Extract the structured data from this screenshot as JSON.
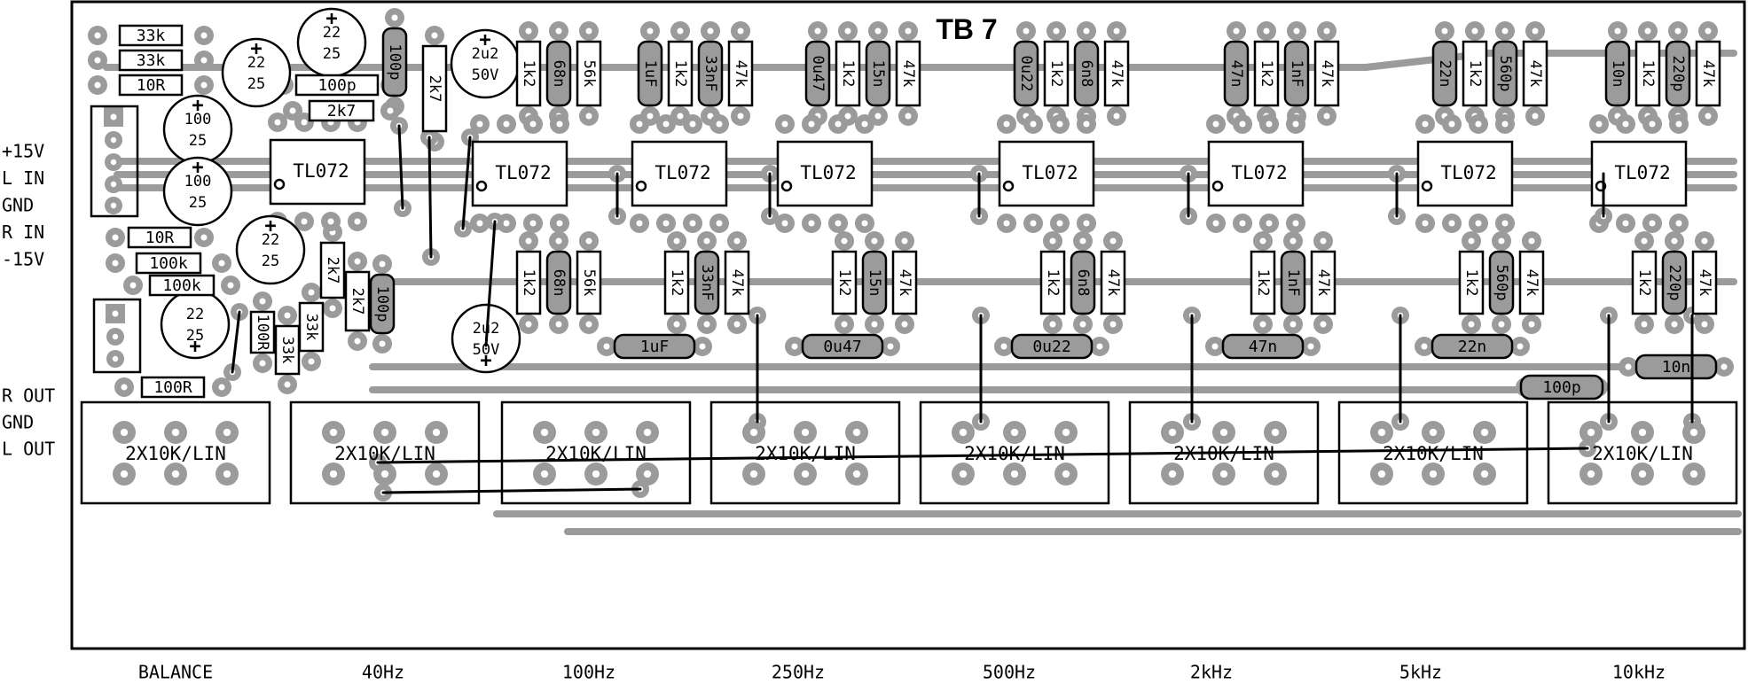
{
  "title": "TB 7",
  "left_labels": {
    "power_input": [
      "+15V",
      "L IN",
      "GND",
      "R IN",
      "-15V"
    ],
    "output": [
      "R OUT",
      "GND",
      "L OUT"
    ]
  },
  "slider_pot_label": "2X10K/LIN",
  "sections": [
    "BALANCE",
    "40Hz",
    "100Hz",
    "250Hz",
    "500Hz",
    "2kHz",
    "5kHz",
    "10kHz"
  ],
  "op_amp_label": "TL072",
  "input_stage": {
    "resistors_top": [
      "33k",
      "33k",
      "10R"
    ],
    "electrolytic_caps": [
      {
        "value": "22",
        "voltage": "25"
      },
      {
        "value": "22",
        "voltage": "25"
      },
      {
        "value": "100",
        "voltage": "25"
      },
      {
        "value": "100",
        "voltage": "25"
      },
      {
        "value": "22",
        "voltage": "25"
      },
      {
        "value": "22",
        "voltage": "25"
      }
    ],
    "misc_parts": [
      "100p",
      "100p",
      "2k7",
      "2k7",
      "10R",
      "100k",
      "100k",
      "2k7",
      "2k7",
      "100p",
      "100R",
      "33k",
      "33k",
      "100R"
    ],
    "coupling_caps": [
      {
        "value": "2u2",
        "voltage": "50V"
      },
      {
        "value": "2u2",
        "voltage": "50V"
      }
    ]
  },
  "bands": [
    {
      "top": [
        "1k2",
        "68n",
        "56k"
      ],
      "bottom": [
        "1k2",
        "68n",
        "56k"
      ],
      "series_cap": null
    },
    {
      "top": [
        "1uF",
        "1k2",
        "33nF",
        "47k"
      ],
      "bottom": [
        "1k2",
        "33nF",
        "47k"
      ],
      "series_cap": "1uF"
    },
    {
      "top": [
        "0u47",
        "1k2",
        "15n",
        "47k"
      ],
      "bottom": [
        "1k2",
        "15n",
        "47k"
      ],
      "series_cap": "0u47"
    },
    {
      "top": [
        "0u22",
        "1k2",
        "6n8",
        "47k"
      ],
      "bottom": [
        "1k2",
        "6n8",
        "47k"
      ],
      "series_cap": "0u22"
    },
    {
      "top": [
        "47n",
        "1k2",
        "1nF",
        "47k"
      ],
      "bottom": [
        "1k2",
        "1nF",
        "47k"
      ],
      "series_cap": "47n"
    },
    {
      "top": [
        "22n",
        "1k2",
        "560p",
        "47k"
      ],
      "bottom": [
        "1k2",
        "560p",
        "47k"
      ],
      "series_cap": "22n"
    },
    {
      "top": [
        "10n",
        "1k2",
        "220p",
        "47k"
      ],
      "bottom": [
        "1k2",
        "220p",
        "47k"
      ],
      "series_cap": "10n"
    }
  ],
  "extra_cap": "100p",
  "colors": {
    "trace": "#9b9b9b",
    "silkscreen": "#000000",
    "board": "#ffffff"
  }
}
